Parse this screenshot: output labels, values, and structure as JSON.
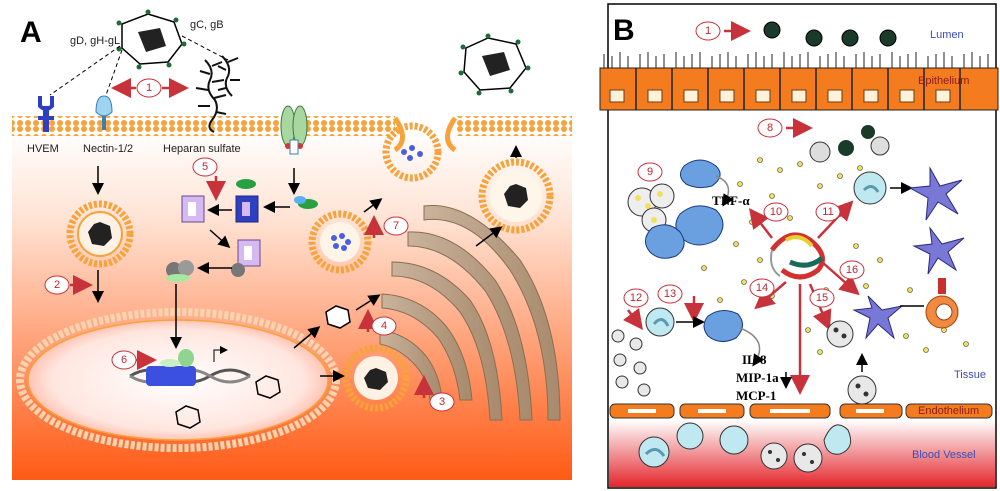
{
  "panelA": {
    "letter": "A",
    "labels": {
      "gd_gh_gl": "gD, gH-gL",
      "gc_gb": "gC, gB",
      "hvem": "HVEM",
      "nectin": "Nectin-1/2",
      "heparan": "Heparan sulfate"
    },
    "steps": [
      "1",
      "2",
      "3",
      "4",
      "5",
      "6",
      "7"
    ]
  },
  "panelB": {
    "letter": "B",
    "labels": {
      "lumen": "Lumen",
      "epithelium": "Epithelium",
      "tissue": "Tissue",
      "endothelium": "Endothelium",
      "blood_vessel": "Blood Vessel",
      "tnf": "TNF-α",
      "il8": "IL-8",
      "mip": "MIP-1a",
      "mcp": "MCP-1"
    },
    "steps": [
      "1",
      "8",
      "9",
      "10",
      "11",
      "12",
      "13",
      "14",
      "15",
      "16"
    ]
  },
  "colors": {
    "membrane": "#f7a23a",
    "cytoplasm_top": "#ffffff",
    "cytoplasm_bottom": "#ff5a14",
    "epithelium": "#f47c1e",
    "blood": "#e3262c",
    "arrow_red": "#c8323a",
    "receptor_blue": "#2e3fc1"
  }
}
